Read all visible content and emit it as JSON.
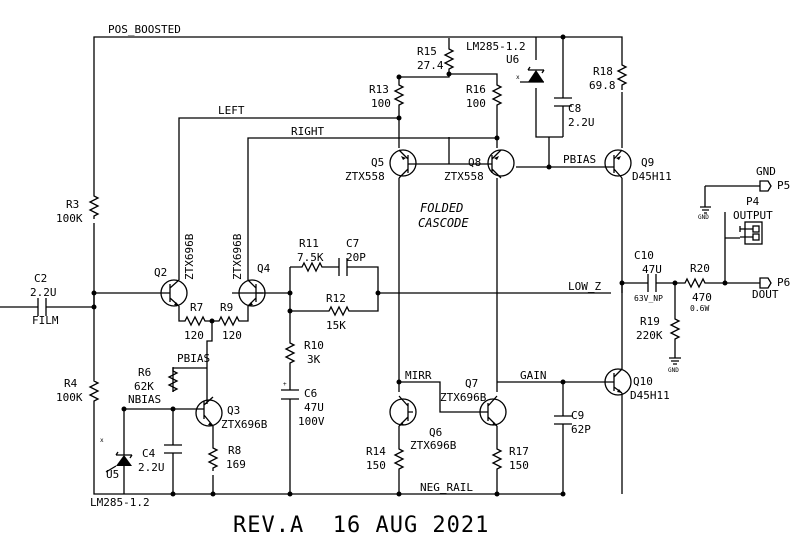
{
  "net_labels": {
    "pos_boosted": "POS_BOOSTED",
    "left": "LEFT",
    "right": "RIGHT",
    "low_z": "LOW_Z",
    "pbias_top": "PBIAS",
    "pbias_q9": "PBIAS",
    "nbias": "NBIAS",
    "mirr": "MIRR",
    "gain": "GAIN",
    "neg_rail": "NEG_RAIL",
    "gnd": "GND"
  },
  "components": {
    "R3": {
      "ref": "R3",
      "value": "100K"
    },
    "R4": {
      "ref": "R4",
      "value": "100K"
    },
    "C2": {
      "ref": "C2",
      "value": "2.2U",
      "note": "FILM"
    },
    "Q2": {
      "ref": "Q2",
      "value": "ZTX696B"
    },
    "Q4": {
      "ref": "Q4",
      "value": "ZTX696B"
    },
    "R7": {
      "ref": "R7",
      "value": "120"
    },
    "R9": {
      "ref": "R9",
      "value": "120"
    },
    "R6": {
      "ref": "R6",
      "value": "62K"
    },
    "Q3": {
      "ref": "Q3",
      "value": "ZTX696B"
    },
    "R8": {
      "ref": "R8",
      "value": "169"
    },
    "C4": {
      "ref": "C4",
      "value": "2.2U"
    },
    "U5": {
      "ref": "U5",
      "value": "LM285-1.2"
    },
    "R11": {
      "ref": "R11",
      "value": "7.5K"
    },
    "C7": {
      "ref": "C7",
      "value": "20P"
    },
    "R12": {
      "ref": "R12",
      "value": "15K"
    },
    "R10": {
      "ref": "R10",
      "value": "3K"
    },
    "C6": {
      "ref": "C6",
      "value": "47U",
      "value2": "100V"
    },
    "R13": {
      "ref": "R13",
      "value": "100"
    },
    "R15": {
      "ref": "R15",
      "value": "27.4"
    },
    "R16": {
      "ref": "R16",
      "value": "100"
    },
    "U6": {
      "ref": "U6",
      "value": "LM285-1.2"
    },
    "C8": {
      "ref": "C8",
      "value": "2.2U"
    },
    "R18": {
      "ref": "R18",
      "value": "69.8"
    },
    "Q5": {
      "ref": "Q5",
      "value": "ZTX558"
    },
    "Q8": {
      "ref": "Q8",
      "value": "ZTX558"
    },
    "Q9": {
      "ref": "Q9",
      "value": "D45H11"
    },
    "Q6": {
      "ref": "Q6",
      "value": "ZTX696B"
    },
    "Q7": {
      "ref": "Q7",
      "value": "ZTX696B"
    },
    "R14": {
      "ref": "R14",
      "value": "150"
    },
    "R17": {
      "ref": "R17",
      "value": "150"
    },
    "C9": {
      "ref": "C9",
      "value": "62P"
    },
    "Q10": {
      "ref": "Q10",
      "value": "D45H11"
    },
    "C10": {
      "ref": "C10",
      "value": "47U",
      "value2": "63V_NP"
    },
    "R20": {
      "ref": "R20",
      "value": "470",
      "value2": "0.6W"
    },
    "R19": {
      "ref": "R19",
      "value": "220K"
    },
    "P4": {
      "ref": "P4",
      "value": "OUTPUT"
    },
    "P5": {
      "ref": "P5"
    },
    "P6": {
      "ref": "P6"
    }
  },
  "ports": {
    "gnd": "GND",
    "dout": "DOUT"
  },
  "annotation": {
    "line1": "FOLDED",
    "line2": "CASCODE"
  },
  "revision": "REV.A  16 AUG 2021"
}
